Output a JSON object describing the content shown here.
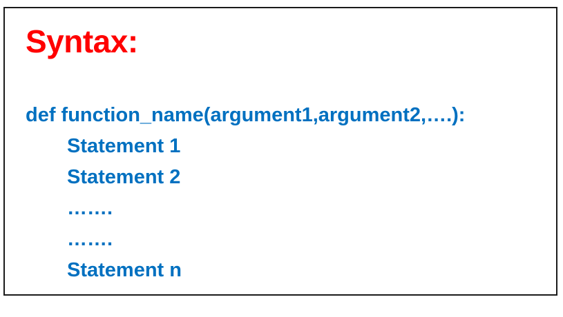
{
  "title": "Syntax:",
  "code": {
    "definition_line": "def function_name(argument1,argument2,….):",
    "body_lines": [
      "Statement 1",
      "Statement 2",
      "…….",
      "…….",
      "Statement n"
    ]
  },
  "colors": {
    "title": "#ff0000",
    "code": "#0070c0",
    "border": "#1a1a1a",
    "background": "#ffffff"
  }
}
